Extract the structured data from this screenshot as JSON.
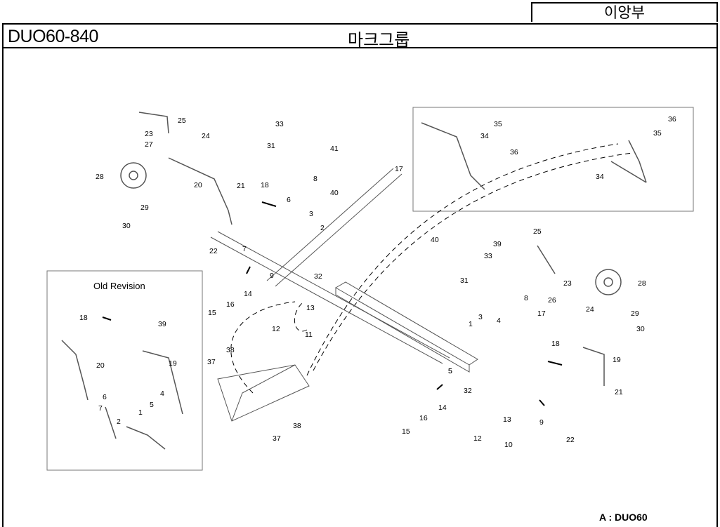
{
  "header": {
    "section": "이앙부",
    "model": "DUO60-840",
    "title": "마크그룹"
  },
  "inset_old": {
    "title": "Old Revision"
  },
  "legend": "A : DUO60",
  "callouts": {
    "main_left": [
      "25",
      "23",
      "24",
      "27",
      "28",
      "29",
      "30",
      "20",
      "21",
      "18",
      "6",
      "22",
      "7",
      "33",
      "31",
      "41",
      "8",
      "40",
      "17",
      "3",
      "2",
      "9",
      "32",
      "14",
      "15",
      "16",
      "12",
      "13",
      "11",
      "38",
      "37",
      "5"
    ],
    "main_right": [
      "25",
      "23",
      "28",
      "26",
      "24",
      "29",
      "30",
      "40",
      "39",
      "33",
      "31",
      "3",
      "1",
      "4",
      "8",
      "17",
      "18",
      "19",
      "21",
      "22",
      "9",
      "13",
      "12",
      "10",
      "32",
      "14",
      "16",
      "15",
      "38",
      "37",
      "5"
    ],
    "inset_top": [
      "35",
      "34",
      "36",
      "35",
      "36",
      "34"
    ],
    "inset_old": [
      "18",
      "39",
      "20",
      "19",
      "6",
      "7",
      "4",
      "5",
      "1",
      "2"
    ]
  },
  "colors": {
    "line": "#000000",
    "part": "#555555",
    "inset_border": "#777777"
  }
}
